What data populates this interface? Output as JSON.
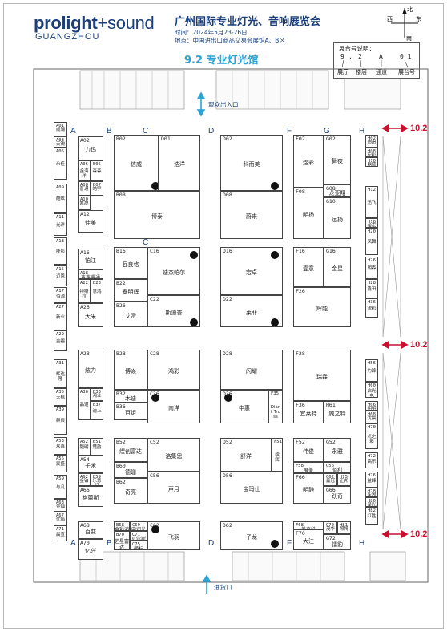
{
  "header": {
    "logo_main": "prolight",
    "logo_rest": "+sound",
    "logo_sub": "GUANGZHOU",
    "title": "广州国际专业灯光、音响展览会",
    "date_line": "时间：2024年5月23-26日",
    "venue_line": "地点：中国进出口商品交易会展馆A、B区",
    "hall_title": "9.2 专业灯光馆"
  },
  "compass": {
    "north": "北",
    "south": "南",
    "east": "东",
    "west": "西"
  },
  "legend": {
    "title": "展台号说明：",
    "code_parts": [
      "9",
      ".",
      "2",
      "A",
      "0 1"
    ],
    "labels": [
      "展厅",
      "楼层",
      "通道",
      "展台号"
    ]
  },
  "columns": [
    "A",
    "B",
    "C",
    "D",
    "F",
    "G",
    "H"
  ],
  "entrance_top": "观众出入口",
  "entrance_bottom": "进货口",
  "connectors": [
    "10.2",
    "10.2",
    "10.2"
  ],
  "booths": [
    {
      "id": "A01",
      "name": "威浦"
    },
    {
      "id": "A03",
      "name": "天锐"
    },
    {
      "id": "A05",
      "name": "永佳"
    },
    {
      "id": "A09",
      "name": "酷炫"
    },
    {
      "id": "A11",
      "name": "光洋"
    },
    {
      "id": "A13",
      "name": "隆影"
    },
    {
      "id": "A15",
      "name": "迈恩"
    },
    {
      "id": "A17",
      "name": "佰源"
    },
    {
      "id": "A27",
      "name": "新业"
    },
    {
      "id": "A29",
      "name": "金福"
    },
    {
      "id": "A31",
      "name": "辉达隆"
    },
    {
      "id": "A35",
      "name": "天枫"
    },
    {
      "id": "A39",
      "name": "群辰"
    },
    {
      "id": "A53",
      "name": "众鑫"
    },
    {
      "id": "A55",
      "name": "宸盛"
    },
    {
      "id": "A59",
      "name": "与凡"
    },
    {
      "id": "A63",
      "name": "金灿"
    },
    {
      "id": "A67",
      "name": "优焰"
    },
    {
      "id": "A71",
      "name": "晨宣"
    },
    {
      "id": "A02",
      "name": "力玛"
    },
    {
      "id": "A06",
      "name": "金海洋"
    },
    {
      "id": "B05",
      "name": "森森"
    },
    {
      "id": "A08",
      "name": "普通"
    },
    {
      "id": "B07",
      "name": "皓宇"
    },
    {
      "id": "A10",
      "name": "凯晟"
    },
    {
      "id": "A12",
      "name": "佳美"
    },
    {
      "id": "A16",
      "name": "铂江"
    },
    {
      "id": "A18",
      "name": "鑫鑫睿通"
    },
    {
      "id": "A22",
      "name": "特斯拉"
    },
    {
      "id": "B23",
      "name": "慧鸿"
    },
    {
      "id": "A26",
      "name": "大米"
    },
    {
      "id": "A28",
      "name": "炫力"
    },
    {
      "id": "A36",
      "name": "品道"
    },
    {
      "id": "B33",
      "name": "鸿业"
    },
    {
      "id": "B37",
      "name": "迪上"
    },
    {
      "id": "A52",
      "name": "毅明"
    },
    {
      "id": "B51",
      "name": "楚韵"
    },
    {
      "id": "A54",
      "name": "千禾"
    },
    {
      "id": "A62",
      "name": "金铂"
    },
    {
      "id": "B59",
      "name": "乐意灯"
    },
    {
      "id": "A66",
      "name": "格蕾斯"
    },
    {
      "id": "A68",
      "name": "百变"
    },
    {
      "id": "A70",
      "name": "亿兴"
    },
    {
      "id": "B02",
      "name": "信威"
    },
    {
      "id": "D01",
      "name": "浩洋"
    },
    {
      "id": "B08",
      "name": "博泰"
    },
    {
      "id": "B16",
      "name": "瓦良格"
    },
    {
      "id": "B22",
      "name": "泰明辉"
    },
    {
      "id": "B26",
      "name": "艾澄"
    },
    {
      "id": "C16",
      "name": "迪杰帕尔"
    },
    {
      "id": "C22",
      "name": "斯迪普"
    },
    {
      "id": "B28",
      "name": "博焱"
    },
    {
      "id": "B32",
      "name": "木迪"
    },
    {
      "id": "B36",
      "name": "百炬"
    },
    {
      "id": "C28",
      "name": "鸿彩"
    },
    {
      "id": "C36",
      "name": "南洋"
    },
    {
      "id": "B52",
      "name": "煜创富达"
    },
    {
      "id": "B60",
      "name": "德珊"
    },
    {
      "id": "B62",
      "name": "奇亮"
    },
    {
      "id": "C52",
      "name": "洛集思"
    },
    {
      "id": "C56",
      "name": "声月"
    },
    {
      "id": "B68",
      "name": "金彩鸿"
    },
    {
      "id": "C69",
      "name": "中润光"
    },
    {
      "id": "B70",
      "name": "艺星富达"
    },
    {
      "id": "C71",
      "name": "贝尔斯"
    },
    {
      "id": "C75",
      "name": "帝标"
    },
    {
      "id": "C62",
      "name": "飞羽"
    },
    {
      "id": "D02",
      "name": "科而美"
    },
    {
      "id": "D08",
      "name": "蔚来"
    },
    {
      "id": "D16",
      "name": "宏卓"
    },
    {
      "id": "D22",
      "name": "莱菲"
    },
    {
      "id": "D28",
      "name": "闪耀"
    },
    {
      "id": "D36",
      "name": "中惠"
    },
    {
      "id": "F35",
      "name": "Diant Truss"
    },
    {
      "id": "D52",
      "name": "舒洋"
    },
    {
      "id": "F51",
      "name": "缤辉"
    },
    {
      "id": "D56",
      "name": "宝玛仕"
    },
    {
      "id": "D62",
      "name": "子龙"
    },
    {
      "id": "F02",
      "name": "煜彩"
    },
    {
      "id": "F08",
      "name": "明扬"
    },
    {
      "id": "G02",
      "name": "舞夜"
    },
    {
      "id": "G08",
      "name": "龙亚翔"
    },
    {
      "id": "G10",
      "name": "远扬"
    },
    {
      "id": "F16",
      "name": "壹意"
    },
    {
      "id": "G16",
      "name": "金星"
    },
    {
      "id": "F26",
      "name": "辉能"
    },
    {
      "id": "F28",
      "name": "瑞霖"
    },
    {
      "id": "F36",
      "name": "宜莱特"
    },
    {
      "id": "H61",
      "name": "威之特"
    },
    {
      "id": "F52",
      "name": "伟俊"
    },
    {
      "id": "G52",
      "name": "永雅"
    },
    {
      "id": "F58",
      "name": "展美"
    },
    {
      "id": "G56",
      "name": "佰利"
    },
    {
      "id": "F66",
      "name": "明静"
    },
    {
      "id": "G62",
      "name": "鑫冠"
    },
    {
      "id": "H75",
      "name": "正邦"
    },
    {
      "id": "G66",
      "name": "跃奇"
    },
    {
      "id": "F68",
      "name": "美来科"
    },
    {
      "id": "F70",
      "name": "大江"
    },
    {
      "id": "G70",
      "name": "茂华"
    },
    {
      "id": "H81",
      "name": "照博"
    },
    {
      "id": "G72",
      "name": "镭豹"
    },
    {
      "id": "H02",
      "name": "迪追"
    },
    {
      "id": "H08",
      "name": "宏彩"
    },
    {
      "id": "H10",
      "name": "鼎盛"
    },
    {
      "id": "H12",
      "name": "迅飞"
    },
    {
      "id": "H18",
      "name": "绘宏"
    },
    {
      "id": "H20",
      "name": "凤舞"
    },
    {
      "id": "H26",
      "name": "朗森"
    },
    {
      "id": "H28",
      "name": "鑫田"
    },
    {
      "id": "H36",
      "name": "锐彩"
    },
    {
      "id": "H56",
      "name": "力锋"
    },
    {
      "id": "H60",
      "name": "启光电"
    },
    {
      "id": "H66",
      "name": "明明"
    },
    {
      "id": "H68",
      "name": "优晨"
    },
    {
      "id": "H70",
      "name": "光之彩"
    },
    {
      "id": "H72",
      "name": "高乐"
    },
    {
      "id": "H76",
      "name": "益峰"
    },
    {
      "id": "H78",
      "name": "永固"
    },
    {
      "id": "H80",
      "name": "星光"
    },
    {
      "id": "H82",
      "name": "红胜"
    }
  ]
}
